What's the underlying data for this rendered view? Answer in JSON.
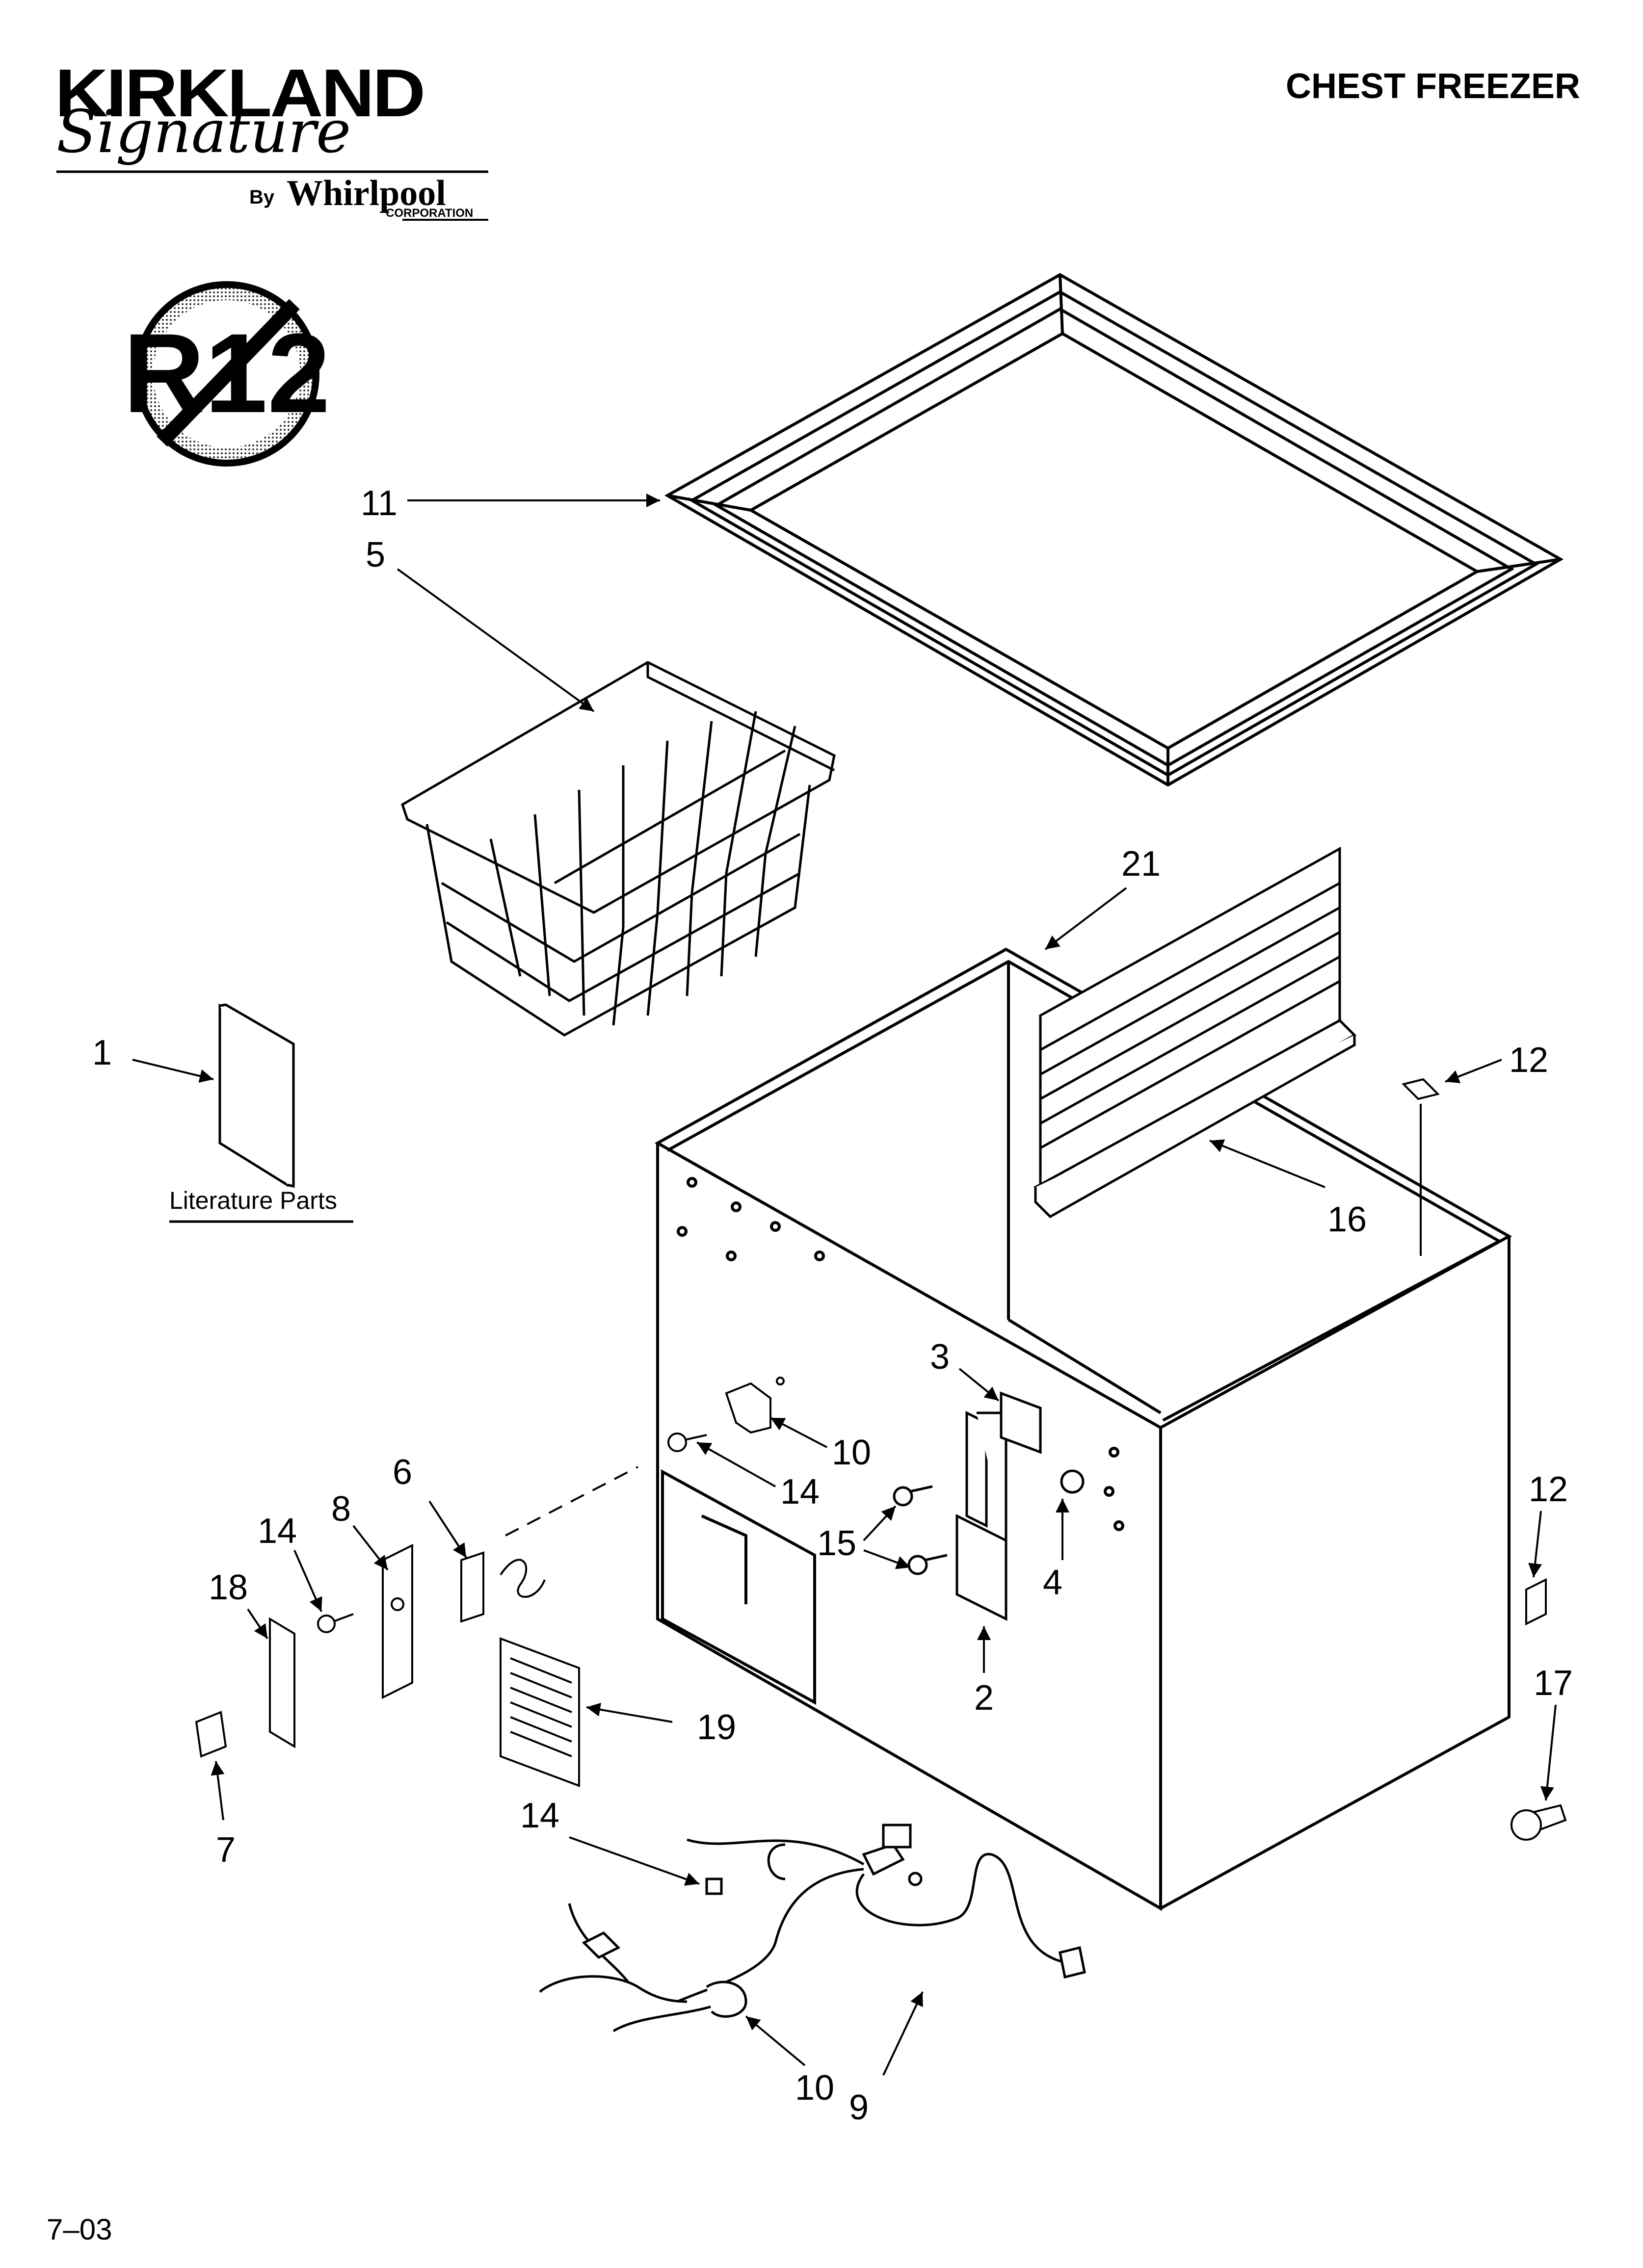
{
  "header": {
    "title": "CHEST FREEZER",
    "brand": {
      "name": "KIRKLAND",
      "script": "Signature",
      "by": "By",
      "maker": "Whirlpool",
      "maker_sub": "CORPORATION"
    },
    "badge": "R12"
  },
  "literature_label": "Literature Parts",
  "callouts": {
    "c11": "11",
    "c5": "5",
    "c21": "21",
    "c1": "1",
    "c12a": "12",
    "c16": "16",
    "c3": "3",
    "c10a": "10",
    "c6": "6",
    "c14a": "14",
    "c8": "8",
    "c14b": "14",
    "c15": "15",
    "c4": "4",
    "c12b": "12",
    "c18": "18",
    "c2": "2",
    "c17": "17",
    "c19": "19",
    "c7": "7",
    "c14c": "14",
    "c10b": "10",
    "c9": "9"
  },
  "footer": "7–03"
}
